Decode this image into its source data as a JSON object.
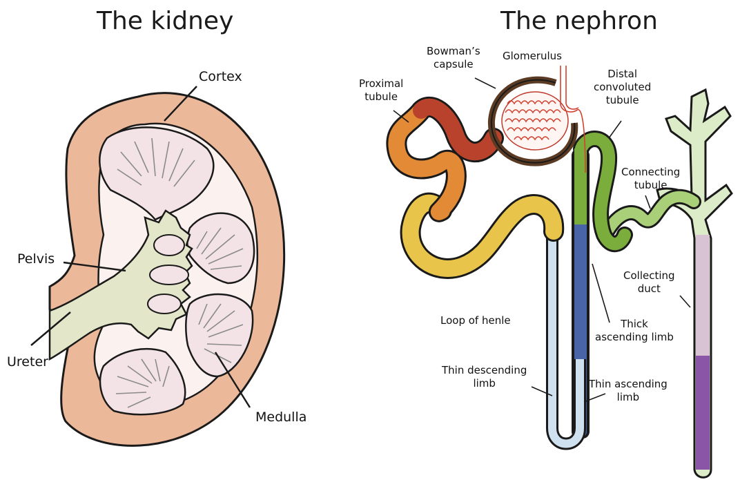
{
  "kidney": {
    "title": "The kidney",
    "labels": {
      "cortex": "Cortex",
      "pelvis": "Pelvis",
      "ureter": "Ureter",
      "medulla": "Medulla"
    }
  },
  "nephron": {
    "title": "The nephron",
    "labels": {
      "bowmans_capsule": [
        "Bowman’s",
        "capsule"
      ],
      "glomerulus": "Glomerulus",
      "proximal_tubule": [
        "Proximal",
        "tubule"
      ],
      "distal_tubule": [
        "Distal",
        "convoluted",
        "tubule"
      ],
      "connecting_tubule": [
        "Connecting",
        "tubule"
      ],
      "collecting_duct": [
        "Collecting",
        "duct"
      ],
      "loop_of_henle": "Loop of henle",
      "thick_ascending": [
        "Thick",
        "ascending limb"
      ],
      "thin_descending": [
        "Thin descending",
        "limb"
      ],
      "thin_ascending": [
        "Thin ascending",
        "limb"
      ]
    }
  },
  "colors": {
    "cortex": "#ecb89a",
    "medulla": "#f3e3e6",
    "pelvis": "#e3e6c8",
    "proximal_red": "#b8422c",
    "proximal_orange": "#e38a36",
    "yellow": "#e8c54a",
    "thin_limb": "#cfe0ef",
    "thick_blue": "#4a64a8",
    "distal_green": "#7aad3c",
    "duct_light": "#dcebc8",
    "duct_purple": "#8a55a6"
  }
}
